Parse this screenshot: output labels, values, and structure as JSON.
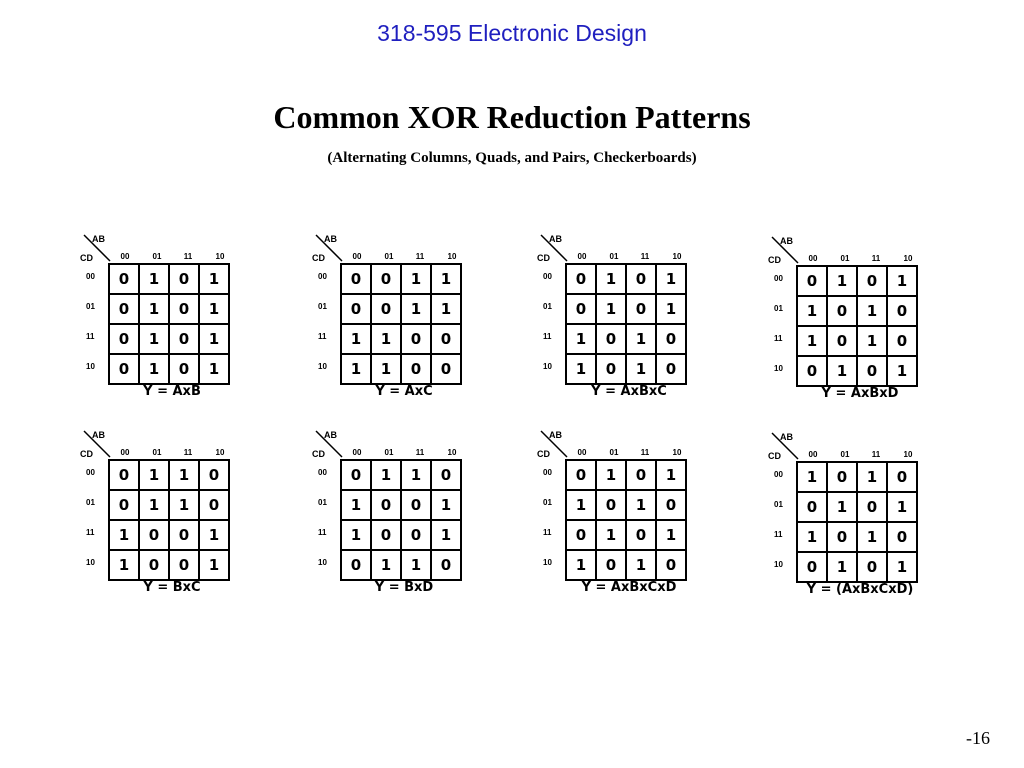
{
  "header": {
    "course": "318-595 Electronic Design",
    "title": "Common XOR Reduction Patterns",
    "subtitle": "(Alternating Columns, Quads, and Pairs, Checkerboards)"
  },
  "kmap_labels": {
    "ab": "AB",
    "cd": "CD",
    "columns": [
      "00",
      "01",
      "11",
      "10"
    ],
    "rows": [
      "00",
      "01",
      "11",
      "10"
    ]
  },
  "kmaps": [
    {
      "function": "Y = AxB",
      "cells": [
        [
          "0",
          "1",
          "0",
          "1"
        ],
        [
          "0",
          "1",
          "0",
          "1"
        ],
        [
          "0",
          "1",
          "0",
          "1"
        ],
        [
          "0",
          "1",
          "0",
          "1"
        ]
      ]
    },
    {
      "function": "Y = AxC",
      "cells": [
        [
          "0",
          "0",
          "1",
          "1"
        ],
        [
          "0",
          "0",
          "1",
          "1"
        ],
        [
          "1",
          "1",
          "0",
          "0"
        ],
        [
          "1",
          "1",
          "0",
          "0"
        ]
      ]
    },
    {
      "function": "Y = AxBxC",
      "cells": [
        [
          "0",
          "1",
          "0",
          "1"
        ],
        [
          "0",
          "1",
          "0",
          "1"
        ],
        [
          "1",
          "0",
          "1",
          "0"
        ],
        [
          "1",
          "0",
          "1",
          "0"
        ]
      ]
    },
    {
      "function": "Y = AxBxD",
      "cells": [
        [
          "0",
          "1",
          "0",
          "1"
        ],
        [
          "1",
          "0",
          "1",
          "0"
        ],
        [
          "1",
          "0",
          "1",
          "0"
        ],
        [
          "0",
          "1",
          "0",
          "1"
        ]
      ]
    },
    {
      "function": "Y = BxC",
      "cells": [
        [
          "0",
          "1",
          "1",
          "0"
        ],
        [
          "0",
          "1",
          "1",
          "0"
        ],
        [
          "1",
          "0",
          "0",
          "1"
        ],
        [
          "1",
          "0",
          "0",
          "1"
        ]
      ]
    },
    {
      "function": "Y = BxD",
      "cells": [
        [
          "0",
          "1",
          "1",
          "0"
        ],
        [
          "1",
          "0",
          "0",
          "1"
        ],
        [
          "1",
          "0",
          "0",
          "1"
        ],
        [
          "0",
          "1",
          "1",
          "0"
        ]
      ]
    },
    {
      "function": "Y = AxBxCxD",
      "cells": [
        [
          "0",
          "1",
          "0",
          "1"
        ],
        [
          "1",
          "0",
          "1",
          "0"
        ],
        [
          "0",
          "1",
          "0",
          "1"
        ],
        [
          "1",
          "0",
          "1",
          "0"
        ]
      ]
    },
    {
      "function": "Y = (AxBxCxD)",
      "cells": [
        [
          "1",
          "0",
          "1",
          "0"
        ],
        [
          "0",
          "1",
          "0",
          "1"
        ],
        [
          "1",
          "0",
          "1",
          "0"
        ],
        [
          "0",
          "1",
          "0",
          "1"
        ]
      ]
    }
  ],
  "footer": {
    "page": "-16"
  }
}
